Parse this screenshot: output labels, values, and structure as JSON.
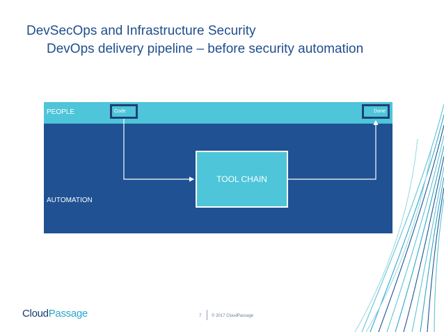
{
  "slide": {
    "title": "DevSecOps and Infrastructure Security",
    "subtitle": "DevOps delivery pipeline – before security automation"
  },
  "diagram": {
    "people_label": "PEOPLE",
    "automation_label": "AUTOMATION",
    "code_label": "Code",
    "done_label": "Done",
    "toolchain_label": "TOOL CHAIN"
  },
  "footer": {
    "logo_part1": "Cloud",
    "logo_part2": "Passage",
    "page_number": "7",
    "copyright": "© 2017 CloudPassage"
  },
  "colors": {
    "title": "#1f4e8c",
    "people_band": "#4ec5d8",
    "automation_band": "#1f5193",
    "box_border": "#1f3f7a",
    "toolchain": "#4ec5d8"
  }
}
